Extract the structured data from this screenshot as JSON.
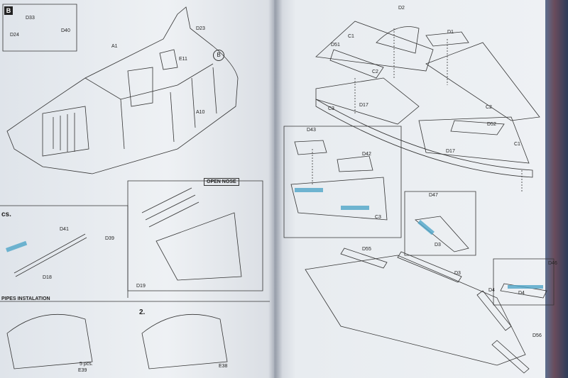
{
  "left_page": {
    "section_b": "B",
    "header_cs": "cs.",
    "header_pipes": "PIPES INSTALATION",
    "step_2": "2.",
    "open_nose": "OPEN NOSE",
    "pcs": "5 pcs.",
    "labels": {
      "d33": "D33",
      "d24": "D24",
      "d40": "D40",
      "d23": "D23",
      "b_ref": "B",
      "a1": "A1",
      "e11": "E11",
      "a10": "A10",
      "d41": "D41",
      "d18": "D18",
      "d39": "D39",
      "d19": "D19",
      "e39": "E39",
      "e38": "E38"
    }
  },
  "right_page": {
    "labels": {
      "d2": "D2",
      "d1": "D1",
      "c1_top": "C1",
      "d51": "D51",
      "c2_left": "C2",
      "c2_right": "C2",
      "c3_top": "C3",
      "d17_a": "D17",
      "d52": "D52",
      "c1_right": "C1",
      "d43": "D43",
      "d42": "D42",
      "c3_box": "C3",
      "d17_b": "D17",
      "d47": "D47",
      "d3_a": "D3",
      "d55": "D55",
      "d3_b": "D3",
      "d46": "D46",
      "d4_a": "D4",
      "d4_b": "D4",
      "d56": "D56"
    }
  },
  "colors": {
    "background": "#3a4a6a",
    "paper": "#e9edf1",
    "line": "#333333",
    "accent_blue": "#4fa6c9"
  }
}
